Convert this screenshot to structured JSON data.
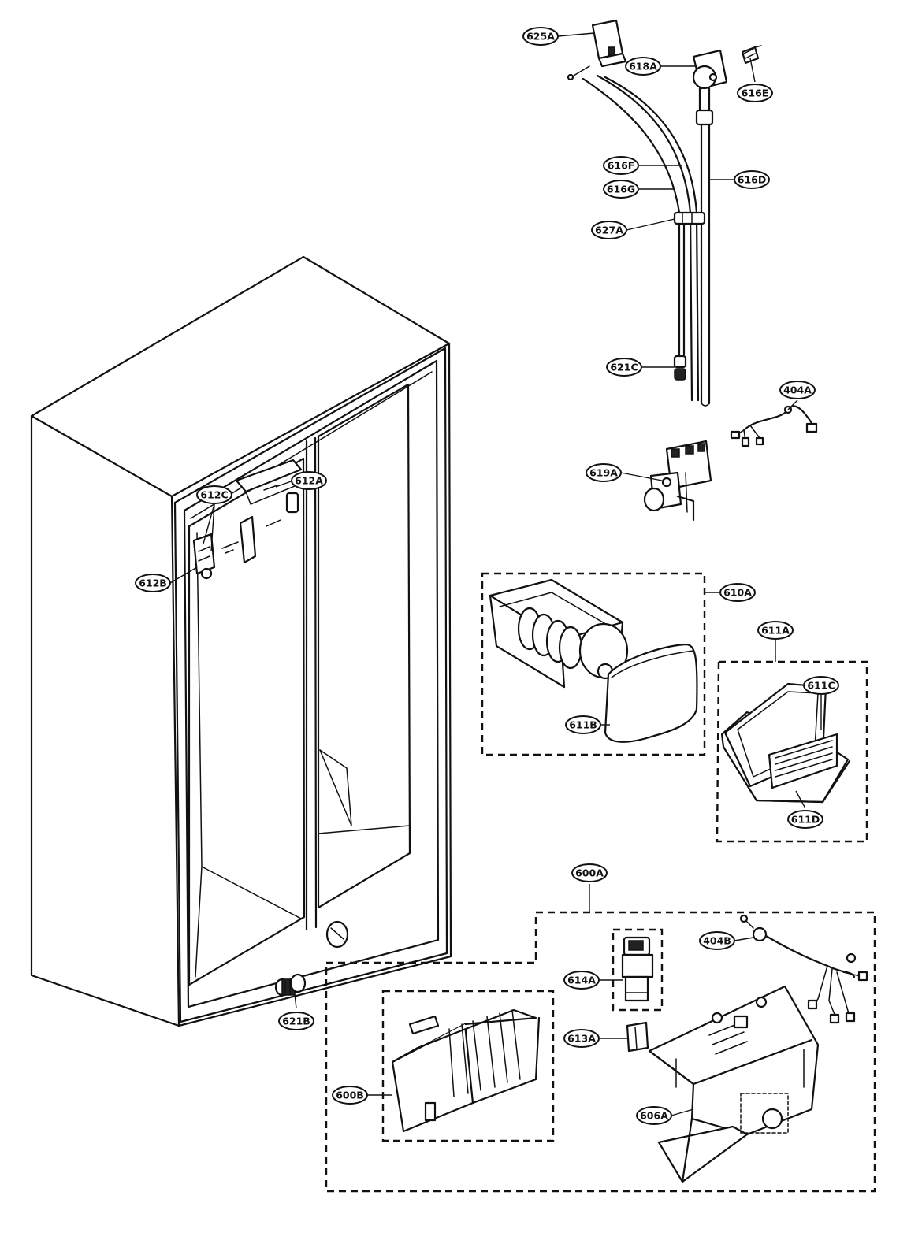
{
  "callouts": {
    "c625A": "625A",
    "c618A": "618A",
    "c616E": "616E",
    "c616F": "616F",
    "c616G": "616G",
    "c616D": "616D",
    "c627A": "627A",
    "c621C": "621C",
    "c404A": "404A",
    "c619A": "619A",
    "c612A": "612A",
    "c612C": "612C",
    "c612B": "612B",
    "c610A": "610A",
    "c611A": "611A",
    "c611C": "611C",
    "c611B": "611B",
    "c611D": "611D",
    "c600A": "600A",
    "c404B": "404B",
    "c614A": "614A",
    "c621B": "621B",
    "c613A": "613A",
    "c600B": "600B",
    "c606A": "606A"
  }
}
